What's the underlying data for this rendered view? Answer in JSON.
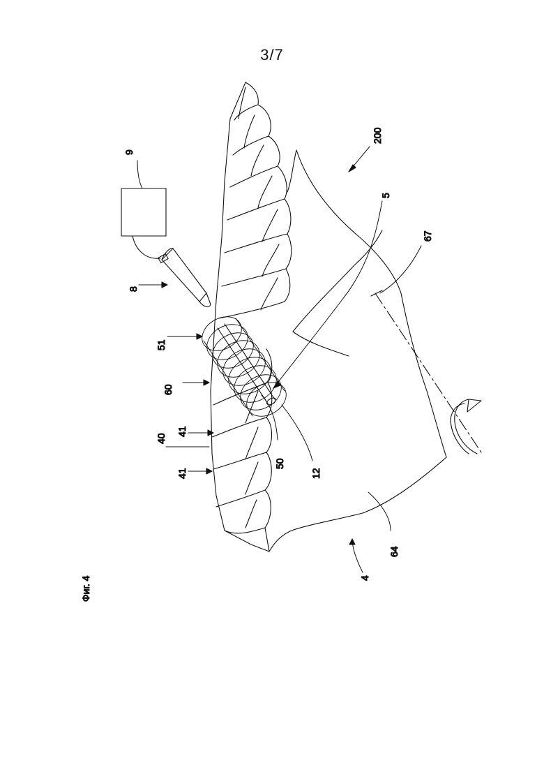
{
  "page": {
    "number": "3/7"
  },
  "figure": {
    "caption": "Фиг. 4"
  },
  "references": [
    {
      "id": "ref-200",
      "label": "200"
    },
    {
      "id": "ref-9",
      "label": "9"
    },
    {
      "id": "ref-5",
      "label": "5"
    },
    {
      "id": "ref-67",
      "label": "67"
    },
    {
      "id": "ref-8",
      "label": "8"
    },
    {
      "id": "ref-51",
      "label": "51"
    },
    {
      "id": "ref-60",
      "label": "60"
    },
    {
      "id": "ref-40",
      "label": "40"
    },
    {
      "id": "ref-41a",
      "label": "41"
    },
    {
      "id": "ref-41b",
      "label": "41"
    },
    {
      "id": "ref-50",
      "label": "50"
    },
    {
      "id": "ref-12",
      "label": "12"
    },
    {
      "id": "ref-64",
      "label": "64"
    },
    {
      "id": "ref-4",
      "label": "4"
    }
  ],
  "colors": {
    "ink": "#111111",
    "paper": "#ffffff"
  }
}
